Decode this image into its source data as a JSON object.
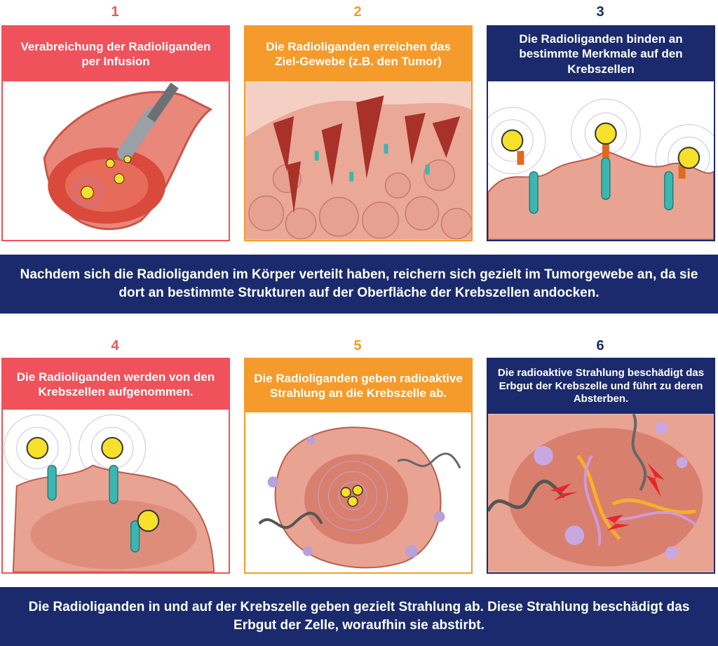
{
  "colors": {
    "red": "#f0525b",
    "orange": "#f59b2b",
    "navy": "#1a2a6c"
  },
  "steps": [
    {
      "num": "1",
      "text": "Verabreichung der Radioliganden per Infusion"
    },
    {
      "num": "2",
      "text": "Die Radioliganden erreichen das Ziel-Gewebe (z.B. den Tumor)"
    },
    {
      "num": "3",
      "text": "Die Radioliganden binden an bestimmte Merkmale auf den Krebszellen"
    },
    {
      "num": "4",
      "text": "Die Radioliganden werden von den Krebszellen aufgenommen."
    },
    {
      "num": "5",
      "text": "Die Radioliganden geben radioaktive Strahlung an die Krebszelle ab."
    },
    {
      "num": "6",
      "text": "Die radioaktive Strahlung beschädigt das Erbgut der Krebszelle und führt zu deren Absterben."
    }
  ],
  "summary_1": "Nachdem sich die Radioliganden im Körper verteilt haben, reichern sich gezielt im Tumorgewebe an, da sie dort an bestimmte Strukturen auf der Oberfläche der Krebszellen andocken.",
  "summary_2": "Die Radioliganden in und auf der Krebszelle geben gezielt Strahlung ab. Diese Strahlung beschädigt das Erbgut der Zelle, woraufhin sie abstirbt."
}
